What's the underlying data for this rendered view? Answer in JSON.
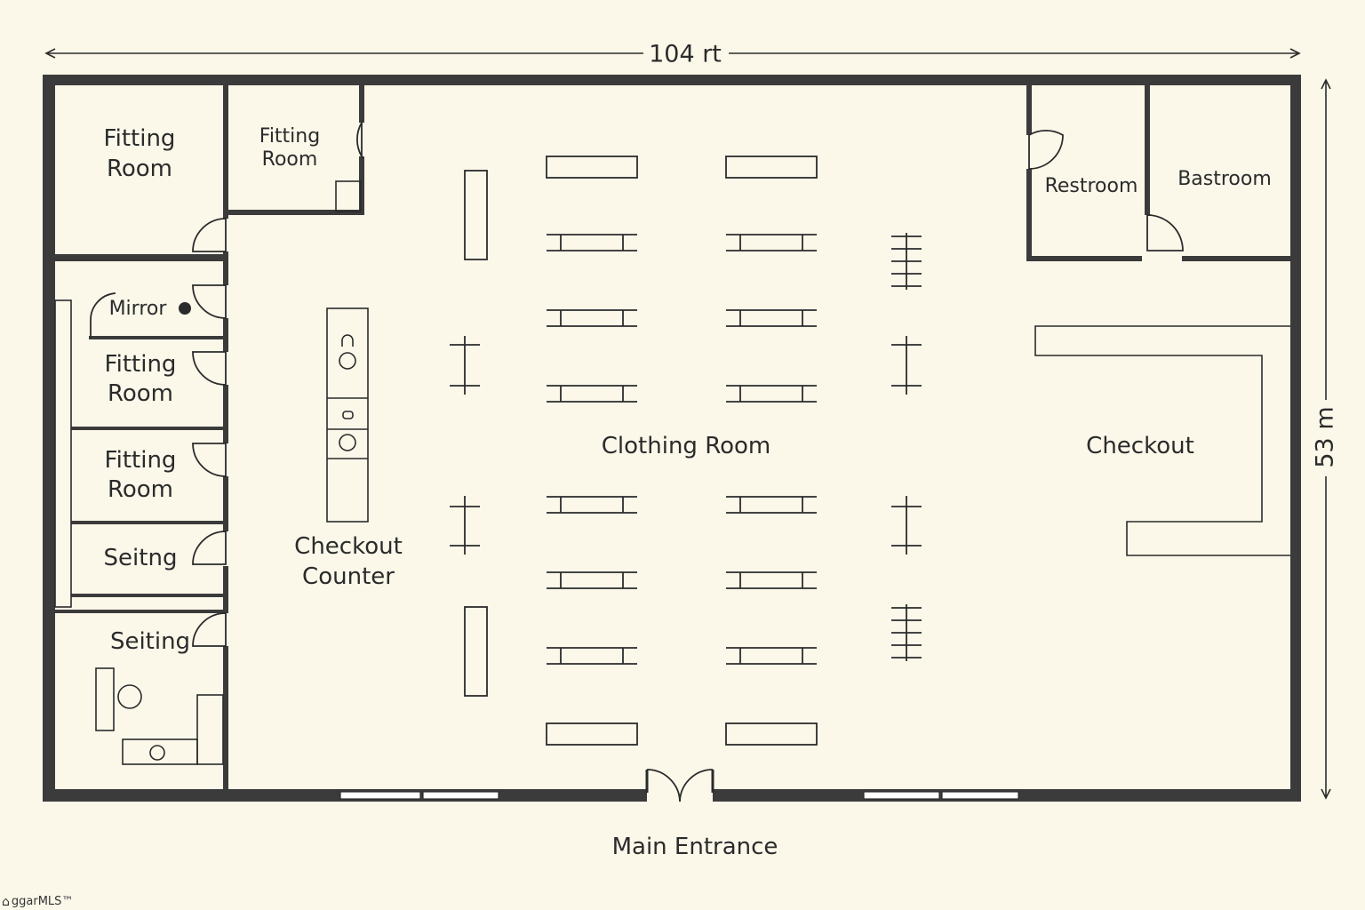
{
  "dimensions": {
    "width_label": "104 rt",
    "height_label": "53 m"
  },
  "rooms": {
    "fitting_room_1": [
      "Fitting",
      "Room"
    ],
    "fitting_room_2": [
      "Fitting",
      "Room"
    ],
    "mirror": "Mirror",
    "fitting_room_3": [
      "Fitting",
      "Room"
    ],
    "fitting_room_4": [
      "Fitting",
      "Room"
    ],
    "seating_1": "Seitng",
    "seating_2": "Seiting",
    "checkout_counter": [
      "Checkout",
      "Counter"
    ],
    "clothing_room": "Clothing Room",
    "checkout": "Checkout",
    "restroom": "Restroom",
    "bathroom": "Bastroom"
  },
  "entrance": "Main Entrance",
  "watermark": {
    "text": "ggarMLS™",
    "icon": "house-icon"
  },
  "colors": {
    "background": "#fbf8ea",
    "wall": "#3b3b3b",
    "ink": "#2b2b2b"
  }
}
